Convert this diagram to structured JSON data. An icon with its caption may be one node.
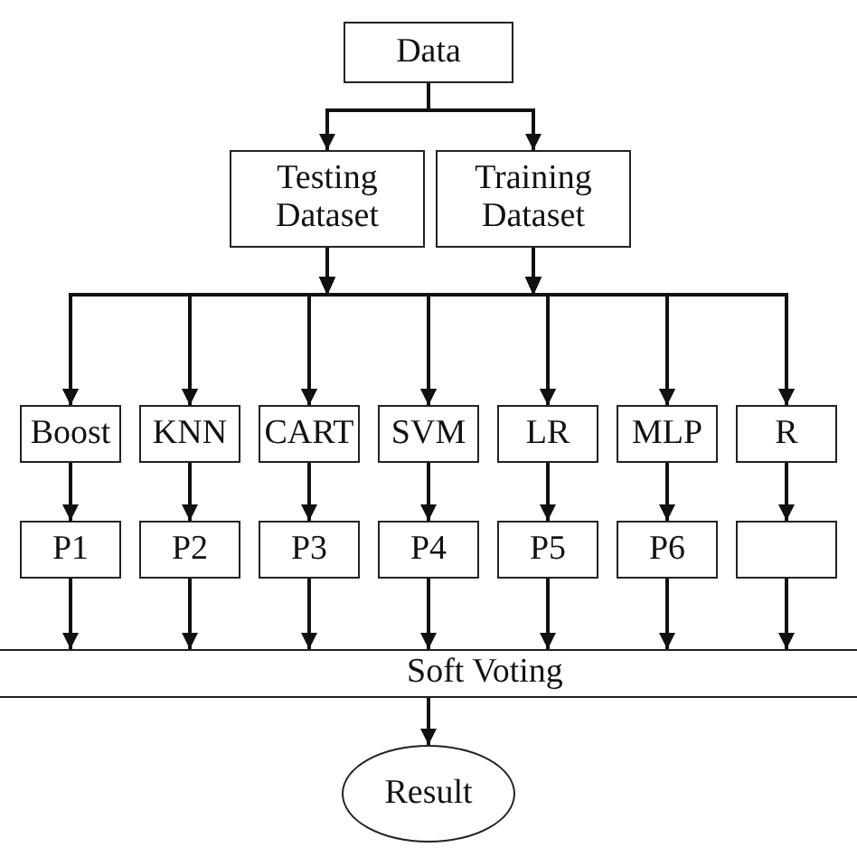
{
  "diagram": {
    "nodes": [
      {
        "text": [
          "Data"
        ]
      },
      {
        "text": [
          "Testing Dataset"
        ]
      },
      {
        "text": [
          "Training Dataset"
        ]
      },
      {
        "text": [
          "Boost"
        ]
      },
      {
        "text": [
          "KNN"
        ]
      },
      {
        "text": [
          "CART"
        ]
      },
      {
        "text": [
          "SVM"
        ]
      },
      {
        "text": [
          "LR"
        ]
      },
      {
        "text": [
          "MLP"
        ]
      },
      {
        "text": [
          "R"
        ]
      },
      {
        "text": [
          "P1"
        ]
      },
      {
        "text": [
          "P2"
        ]
      },
      {
        "text": [
          "P3"
        ]
      },
      {
        "text": [
          "P4"
        ]
      },
      {
        "text": [
          "P5"
        ]
      },
      {
        "text": [
          "P6"
        ]
      },
      {
        "text": [],
        "shape": "box"
      },
      {
        "text": [
          "Soft Voting"
        ]
      },
      {
        "text": [
          "Result"
        ]
      }
    ],
    "edges": [
      {
        "from": 0,
        "to": 1,
        "arrow": "to"
      },
      {
        "from": 0,
        "to": 2,
        "arrow": "to"
      },
      {
        "from": 1,
        "to": 3,
        "arrow": "to"
      },
      {
        "from": 1,
        "to": 4,
        "arrow": "to"
      },
      {
        "from": 1,
        "to": 5,
        "arrow": "to"
      },
      {
        "from": 1,
        "to": 6,
        "arrow": "to"
      },
      {
        "from": 1,
        "to": 7,
        "arrow": "to"
      },
      {
        "from": 1,
        "to": 8,
        "arrow": "to"
      },
      {
        "from": 1,
        "to": 9,
        "arrow": "to"
      },
      {
        "from": 2,
        "to": 3,
        "arrow": "to"
      },
      {
        "from": 2,
        "to": 4,
        "arrow": "to"
      },
      {
        "from": 2,
        "to": 5,
        "arrow": "to"
      },
      {
        "from": 2,
        "to": 6,
        "arrow": "to"
      },
      {
        "from": 2,
        "to": 7,
        "arrow": "to"
      },
      {
        "from": 2,
        "to": 8,
        "arrow": "to"
      },
      {
        "from": 2,
        "to": 9,
        "arrow": "to"
      },
      {
        "from": 3,
        "to": 10,
        "arrow": "to"
      },
      {
        "from": 4,
        "to": 11,
        "arrow": "to"
      },
      {
        "from": 5,
        "to": 12,
        "arrow": "to"
      },
      {
        "from": 6,
        "to": 13,
        "arrow": "to"
      },
      {
        "from": 7,
        "to": 14,
        "arrow": "to"
      },
      {
        "from": 8,
        "to": 15,
        "arrow": "to"
      },
      {
        "from": 9,
        "to": 16,
        "arrow": "to"
      },
      {
        "from": 10,
        "to": 17,
        "arrow": "to"
      },
      {
        "from": 11,
        "to": 17,
        "arrow": "to"
      },
      {
        "from": 12,
        "to": 17,
        "arrow": "to"
      },
      {
        "from": 13,
        "to": 17,
        "arrow": "to"
      },
      {
        "from": 14,
        "to": 17,
        "arrow": "to"
      },
      {
        "from": 15,
        "to": 17,
        "arrow": "to"
      },
      {
        "from": 16,
        "to": 17,
        "arrow": "to"
      },
      {
        "from": 17,
        "to": 18,
        "arrow": "to"
      }
    ]
  }
}
